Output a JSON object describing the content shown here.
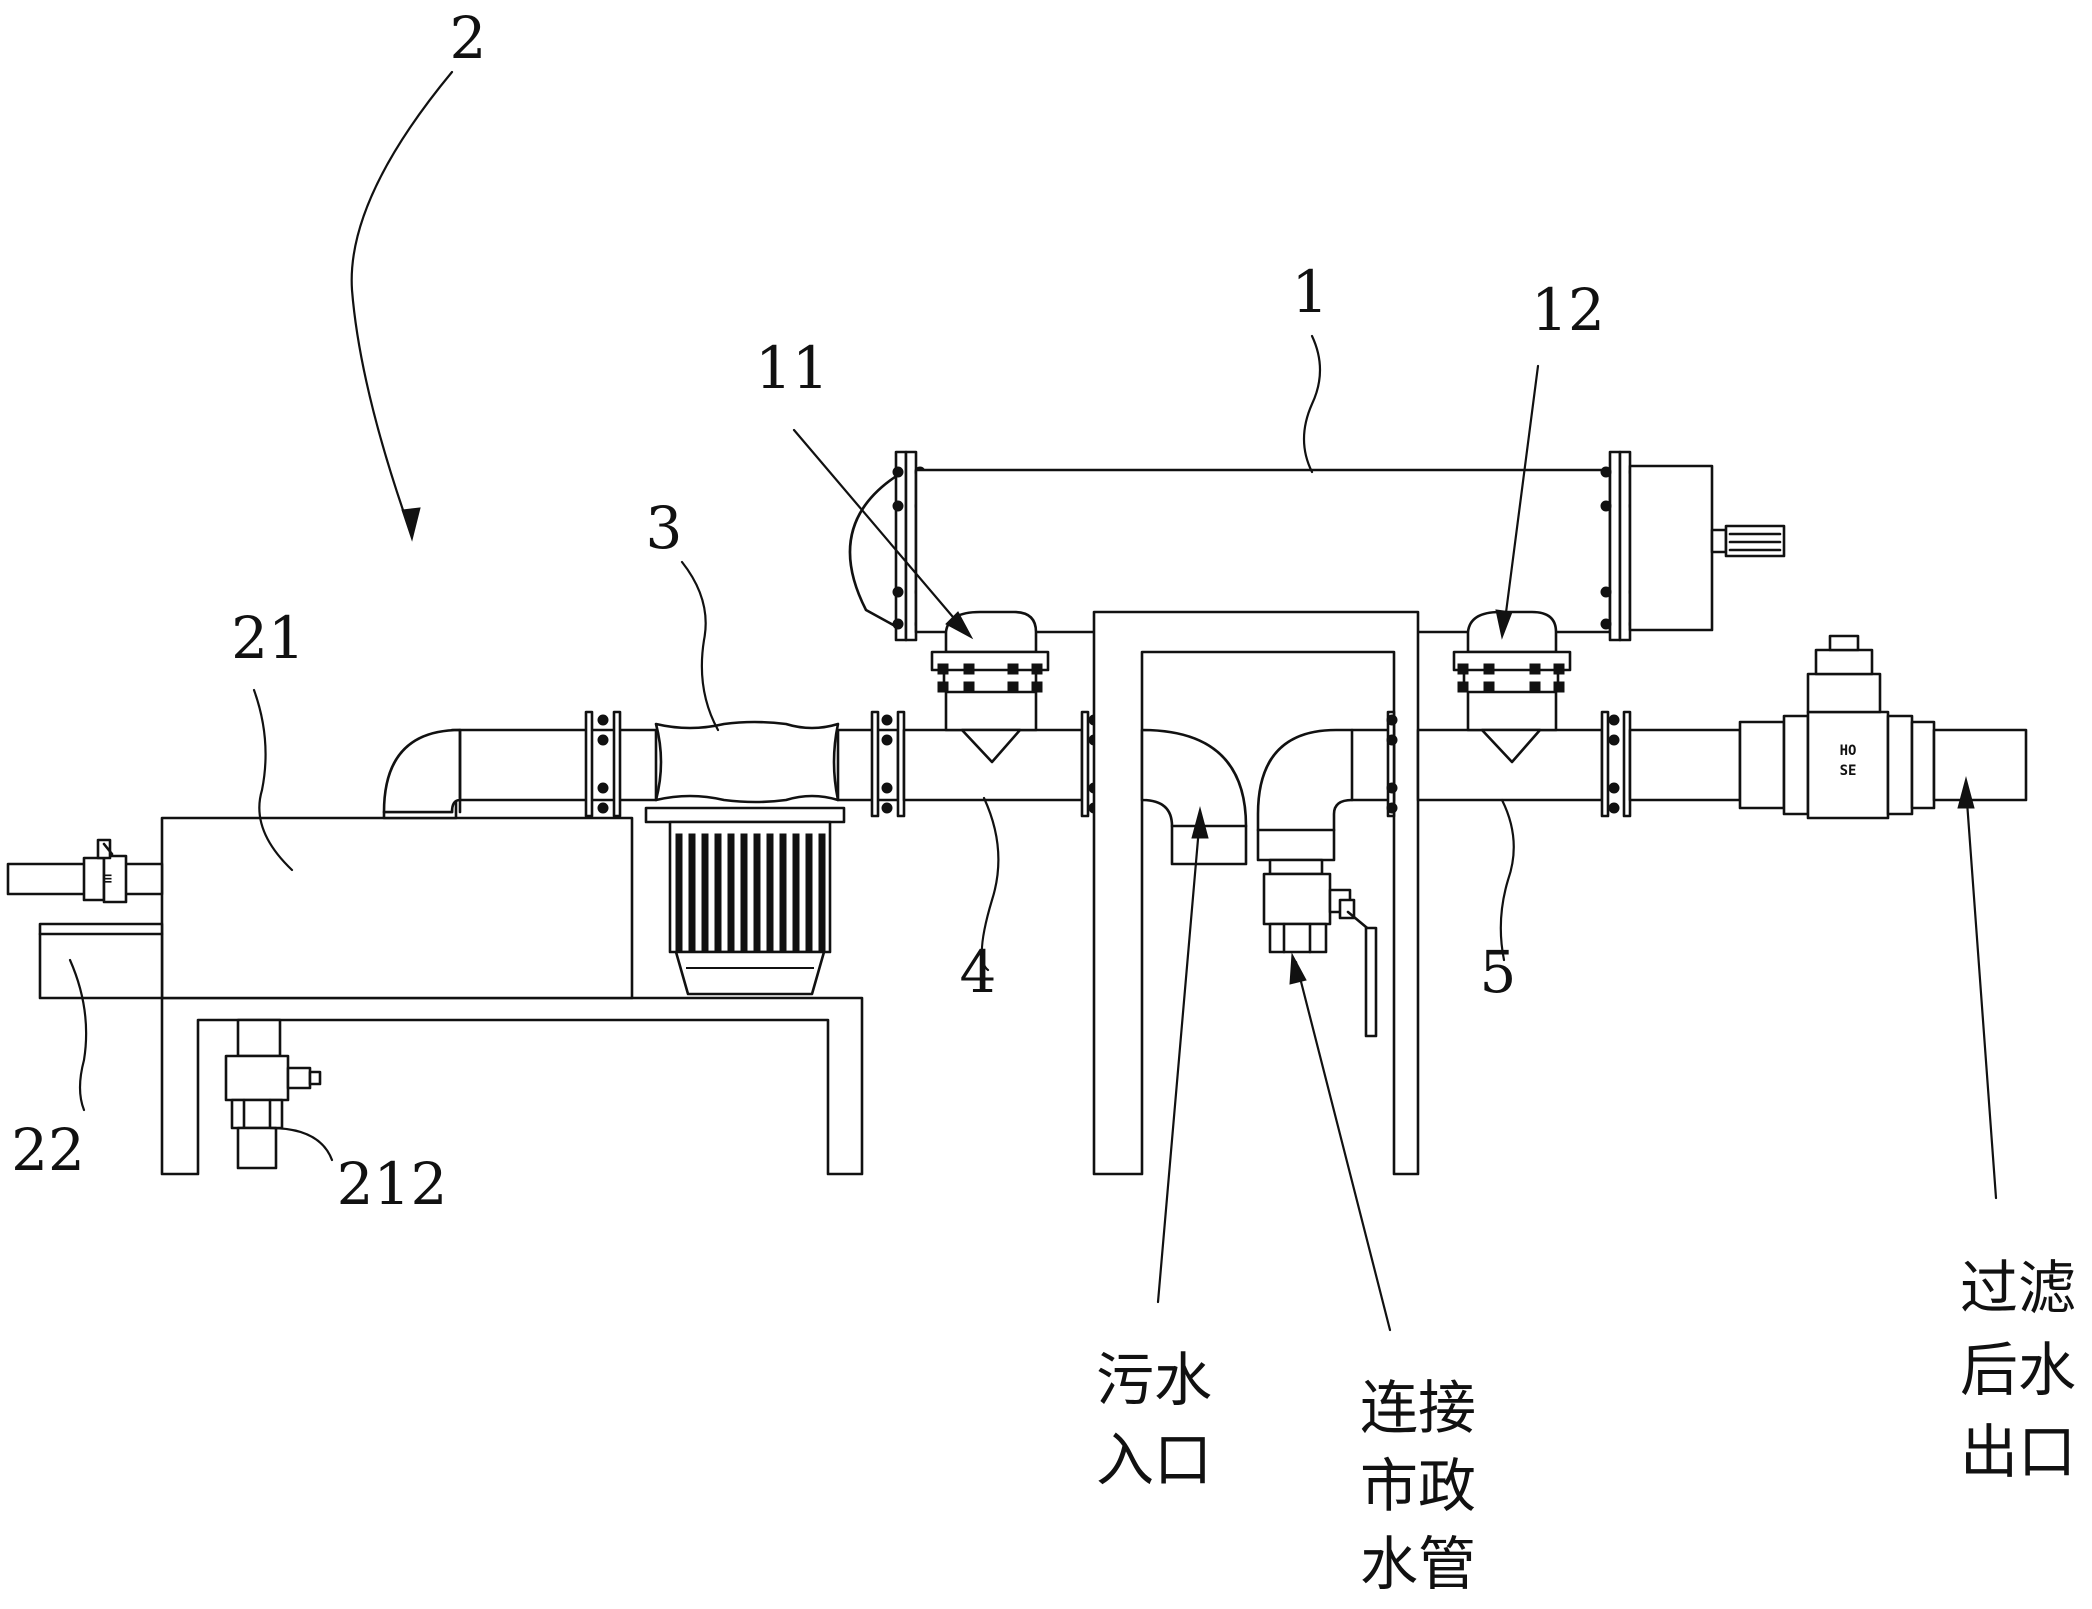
{
  "labels": {
    "l2": "2",
    "l1": "1",
    "l11": "11",
    "l12": "12",
    "l3": "3",
    "l21": "21",
    "l4": "4",
    "l5": "5",
    "l22": "22",
    "l212": "212"
  },
  "callouts": {
    "sewage_inlet": [
      "污水",
      "入口"
    ],
    "municipal_pipe": [
      "连接",
      "市政",
      "水管"
    ],
    "filtered_outlet": [
      "过滤",
      "后水",
      "出口"
    ]
  },
  "valve_marking": [
    "HO",
    "SE"
  ]
}
